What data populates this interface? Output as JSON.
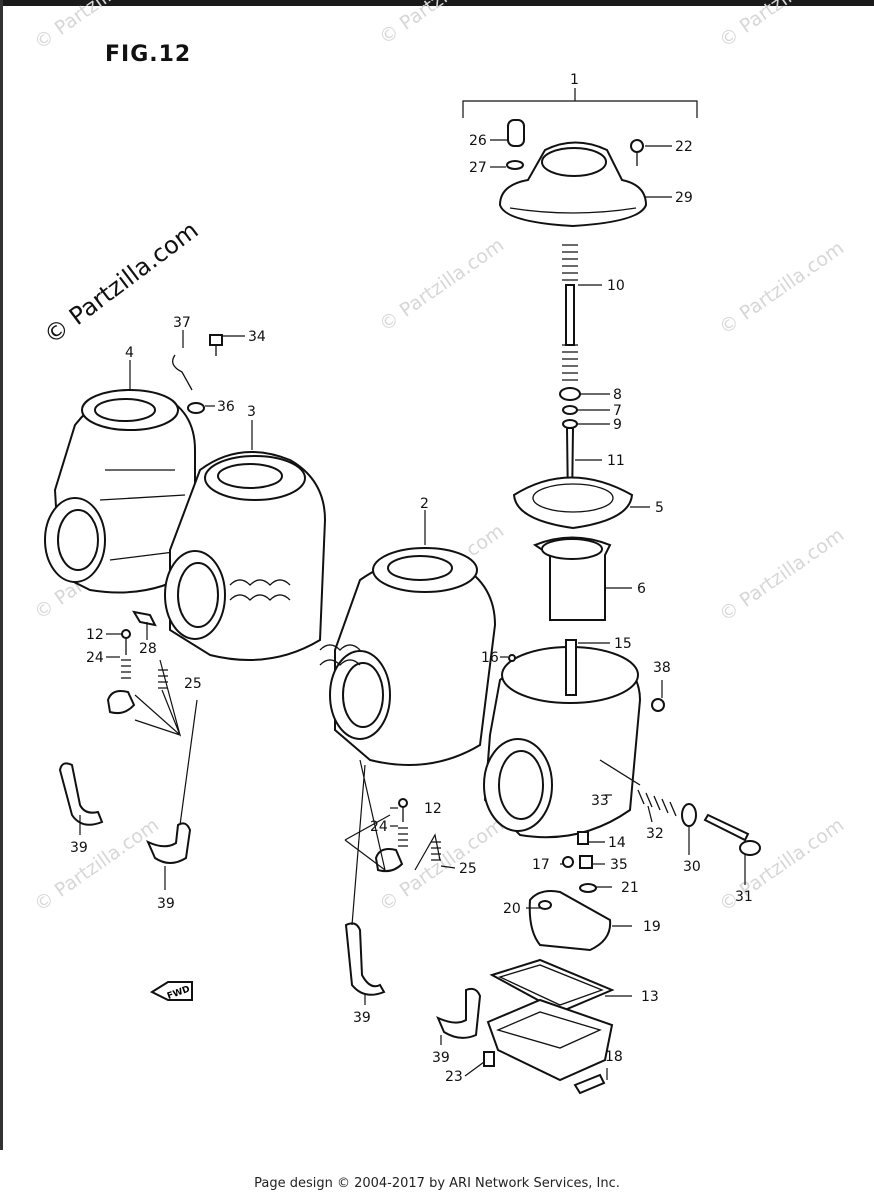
{
  "figure": {
    "title": "FIG.12",
    "watermark_main": "© Partzilla.com",
    "watermark": "© Partzilla.com",
    "fwd_label": "FWD",
    "footer": "Page design © 2004-2017 by ARI Network Services, Inc."
  },
  "callouts": [
    {
      "id": "c1",
      "label": "1"
    },
    {
      "id": "c26",
      "label": "26"
    },
    {
      "id": "c22",
      "label": "22"
    },
    {
      "id": "c27",
      "label": "27"
    },
    {
      "id": "c29",
      "label": "29"
    },
    {
      "id": "c10",
      "label": "10"
    },
    {
      "id": "c37",
      "label": "37"
    },
    {
      "id": "c34",
      "label": "34"
    },
    {
      "id": "c4",
      "label": "4"
    },
    {
      "id": "c36",
      "label": "36"
    },
    {
      "id": "c3",
      "label": "3"
    },
    {
      "id": "c8",
      "label": "8"
    },
    {
      "id": "c7",
      "label": "7"
    },
    {
      "id": "c9",
      "label": "9"
    },
    {
      "id": "c11",
      "label": "11"
    },
    {
      "id": "c2",
      "label": "2"
    },
    {
      "id": "c5",
      "label": "5"
    },
    {
      "id": "c6",
      "label": "6"
    },
    {
      "id": "c12a",
      "label": "12"
    },
    {
      "id": "c28",
      "label": "28"
    },
    {
      "id": "c24a",
      "label": "24"
    },
    {
      "id": "c25a",
      "label": "25"
    },
    {
      "id": "c15",
      "label": "15"
    },
    {
      "id": "c16",
      "label": "16"
    },
    {
      "id": "c38",
      "label": "38"
    },
    {
      "id": "c33",
      "label": "33"
    },
    {
      "id": "c12b",
      "label": "12"
    },
    {
      "id": "c24b",
      "label": "24"
    },
    {
      "id": "c25b",
      "label": "25"
    },
    {
      "id": "c14",
      "label": "14"
    },
    {
      "id": "c32",
      "label": "32"
    },
    {
      "id": "c17",
      "label": "17"
    },
    {
      "id": "c35",
      "label": "35"
    },
    {
      "id": "c30",
      "label": "30"
    },
    {
      "id": "c31",
      "label": "31"
    },
    {
      "id": "c39a",
      "label": "39"
    },
    {
      "id": "c39b",
      "label": "39"
    },
    {
      "id": "c21",
      "label": "21"
    },
    {
      "id": "c20",
      "label": "20"
    },
    {
      "id": "c19",
      "label": "19"
    },
    {
      "id": "c39c",
      "label": "39"
    },
    {
      "id": "c13",
      "label": "13"
    },
    {
      "id": "c39d",
      "label": "39"
    },
    {
      "id": "c18",
      "label": "18"
    },
    {
      "id": "c23",
      "label": "23"
    }
  ]
}
